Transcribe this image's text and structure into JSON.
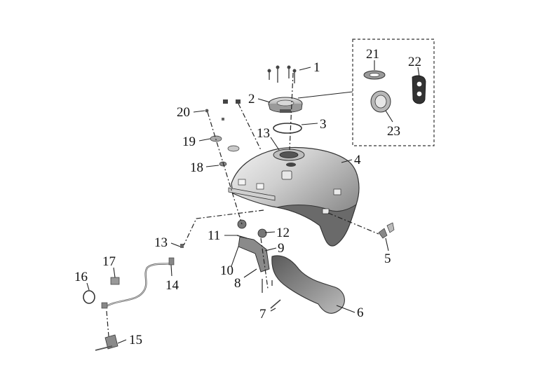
{
  "diagram": {
    "callouts": [
      {
        "id": "c1",
        "label": "1"
      },
      {
        "id": "c2",
        "label": "2"
      },
      {
        "id": "c3",
        "label": "3"
      },
      {
        "id": "c4",
        "label": "4"
      },
      {
        "id": "c5",
        "label": "5"
      },
      {
        "id": "c6",
        "label": "6"
      },
      {
        "id": "c7",
        "label": "7"
      },
      {
        "id": "c8",
        "label": "8"
      },
      {
        "id": "c9",
        "label": "9"
      },
      {
        "id": "c10",
        "label": "10"
      },
      {
        "id": "c11",
        "label": "11"
      },
      {
        "id": "c12",
        "label": "12"
      },
      {
        "id": "c13a",
        "label": "13"
      },
      {
        "id": "c13b",
        "label": "13"
      },
      {
        "id": "c14",
        "label": "14"
      },
      {
        "id": "c15",
        "label": "15"
      },
      {
        "id": "c16",
        "label": "16"
      },
      {
        "id": "c17",
        "label": "17"
      },
      {
        "id": "c18",
        "label": "18"
      },
      {
        "id": "c19",
        "label": "19"
      },
      {
        "id": "c20",
        "label": "20"
      },
      {
        "id": "c21",
        "label": "21"
      },
      {
        "id": "c22",
        "label": "22"
      },
      {
        "id": "c23",
        "label": "23"
      }
    ]
  }
}
